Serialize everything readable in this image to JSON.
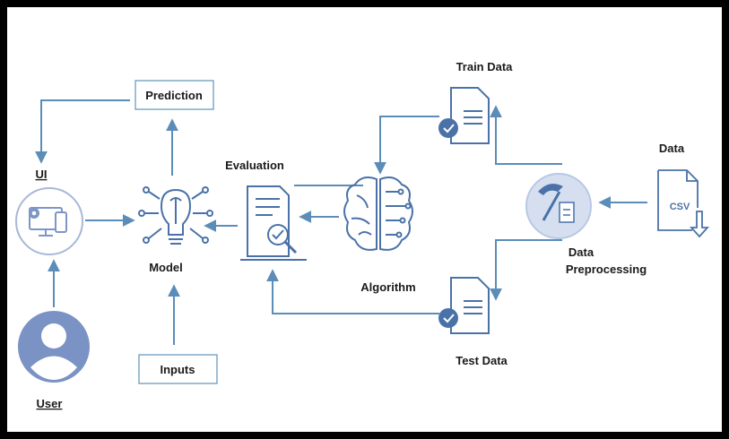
{
  "nodes": {
    "prediction": "Prediction",
    "ui": "UI",
    "model": "Model",
    "user": "User",
    "inputs": "Inputs",
    "evaluation": "Evaluation",
    "algorithm": "Algorithm",
    "train_data": "Train Data",
    "test_data": "Test Data",
    "data": "Data",
    "csv": "CSV",
    "data_preprocessing_line1": "Data",
    "data_preprocessing_line2": "Preprocessing"
  },
  "colors": {
    "arrow": "#5b8db8",
    "icon_stroke": "#4a72a8",
    "icon_fill_light": "#d5dff0",
    "user_fill": "#7b92c4",
    "box_border": "#6a9cc0"
  }
}
